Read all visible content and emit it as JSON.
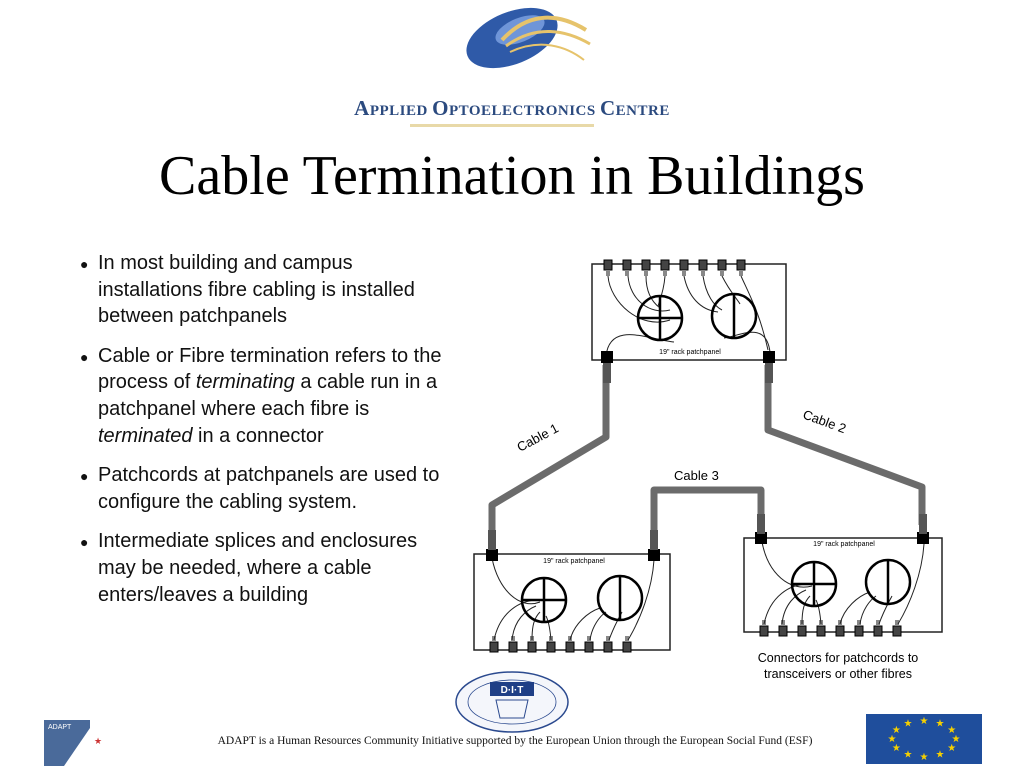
{
  "header": {
    "org_name_parts": [
      {
        "initial": "A",
        "rest": "PPLIED "
      },
      {
        "initial": "O",
        "rest": "PTOELECTRONICS "
      },
      {
        "initial": "C",
        "rest": "ENTRE"
      }
    ],
    "title": "Cable Termination in Buildings"
  },
  "bullets": [
    {
      "parts": [
        {
          "text": "In most building and campus installations fibre cabling is installed between patchpanels",
          "italic": false
        }
      ]
    },
    {
      "parts": [
        {
          "text": "Cable or Fibre termination refers to the process of ",
          "italic": false
        },
        {
          "text": "terminating",
          "italic": true
        },
        {
          "text": " a cable run in a patchpanel where each fibre is ",
          "italic": false
        },
        {
          "text": "terminated",
          "italic": true
        },
        {
          "text": " in a connector",
          "italic": false
        }
      ]
    },
    {
      "parts": [
        {
          "text": "Patchcords at patchpanels are used to configure the cabling system.",
          "italic": false
        }
      ]
    },
    {
      "parts": [
        {
          "text": "Intermediate splices and enclosures may be needed, where a cable enters/leaves a building",
          "italic": false
        }
      ]
    }
  ],
  "diagram": {
    "panel_label": "19\" rack patchpanel",
    "cable1": "Cable  1",
    "cable2": "Cable  2",
    "cable3": "Cable  3",
    "connectors_caption_line1": "Connectors for patchcords to",
    "connectors_caption_line2": "transceivers or other fibres"
  },
  "footer": {
    "text": "ADAPT is a Human Resources Community Initiative supported by the European Union through the European Social Fund (ESF)"
  },
  "logos": {
    "dit_text": "D·I·T",
    "adapt_text": "ADAPT"
  },
  "colors": {
    "org_blue": "#2b4a7f",
    "cable_gray": "#6b6b6b",
    "eu_blue": "#1f4e9c",
    "eu_star": "#f5d000"
  }
}
